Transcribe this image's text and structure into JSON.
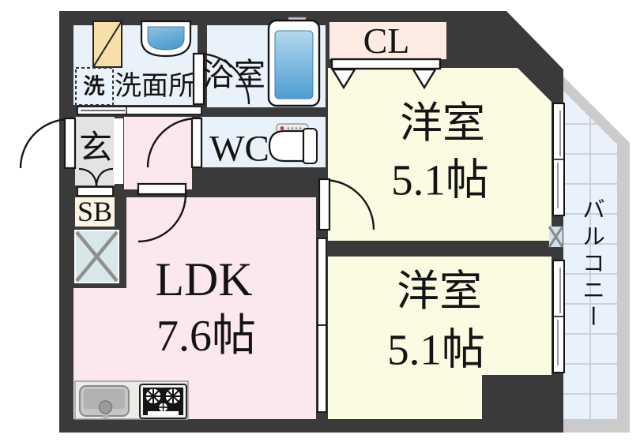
{
  "floorplan": {
    "rooms": {
      "washroom": {
        "label": "洗面所"
      },
      "laundry": {
        "label": "洗"
      },
      "bathroom": {
        "label": "浴室"
      },
      "wc": {
        "label": "WC"
      },
      "entrance": {
        "label": "玄"
      },
      "shoe_box": {
        "label": "SB"
      },
      "closet": {
        "label": "CL"
      },
      "bedroom_top": {
        "label": "洋室",
        "area": "5.1帖"
      },
      "bedroom_bottom": {
        "label": "洋室",
        "area": "5.1帖"
      },
      "ldk": {
        "label": "LDK",
        "area": "7.6帖"
      },
      "balcony": {
        "label": "バルコニー"
      }
    },
    "colors": {
      "wall": "#3a3a3a",
      "wet_room": "#e9f1fa",
      "living": "#fbe7ef",
      "bedroom": "#fbfbe2",
      "closet_box": "#fcebe3",
      "entrance_floor": "#e3e2e5",
      "shoe_box": "#fdf3e3",
      "balcony_tile": "#e9f1fb",
      "balcony_rail": "#cbcbcb",
      "cabinet": "#f6dfa9",
      "water_blue": "#5ba3d6"
    }
  }
}
